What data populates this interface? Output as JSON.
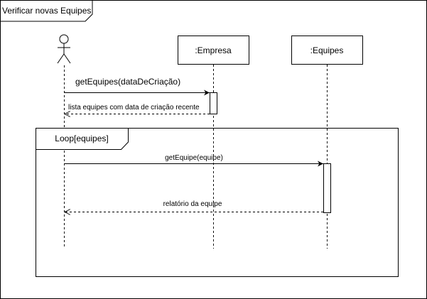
{
  "frame": {
    "title": "Verificar novas Equipes"
  },
  "lifelines": [
    {
      "label": "",
      "kind": "actor"
    },
    {
      "label": ":Empresa",
      "kind": "object"
    },
    {
      "label": ":Equipes",
      "kind": "object"
    }
  ],
  "messages": [
    {
      "label": "getEquipes(dataDeCriação)",
      "kind": "sync"
    },
    {
      "label": "lista equipes com data de criação recente",
      "kind": "return"
    },
    {
      "label": "getEquipe(equipe)",
      "kind": "sync"
    },
    {
      "label": "relatório da equipe",
      "kind": "return"
    }
  ],
  "fragment": {
    "label": "Loop[equipes]"
  },
  "colors": {
    "stroke": "#000000",
    "background": "#ffffff"
  }
}
